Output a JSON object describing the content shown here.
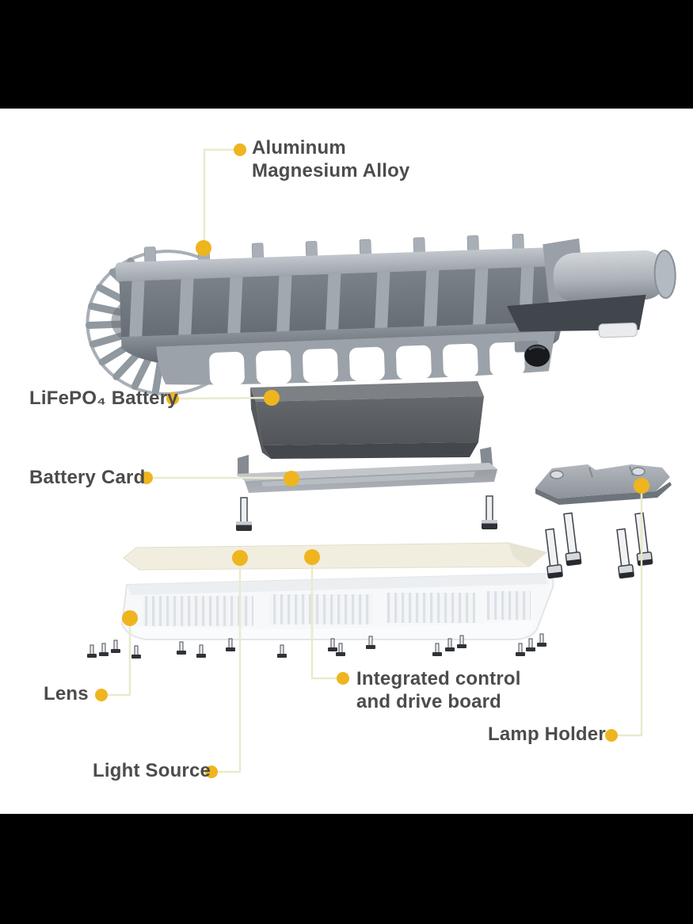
{
  "diagram": {
    "kind": "exploded-parts-diagram",
    "labels": {
      "aluminum_alloy": {
        "text": "Aluminum\nMagnesium Alloy"
      },
      "battery": {
        "text": "LiFePO₄ Battery"
      },
      "battery_card": {
        "text": "Battery Card"
      },
      "lens": {
        "text": "Lens"
      },
      "light_source": {
        "text": "Light Source"
      },
      "integrated_board": {
        "text": "Integrated control\nand drive board"
      },
      "lamp_holder": {
        "text": "Lamp Holder"
      }
    },
    "parts": [
      {
        "name": "finned-housing",
        "label": "Aluminum Magnesium Alloy"
      },
      {
        "name": "battery-pack",
        "label": "LiFePO₄ Battery"
      },
      {
        "name": "battery-card-bracket",
        "label": "Battery Card"
      },
      {
        "name": "light-source-board",
        "label": "Light Source"
      },
      {
        "name": "driver-board",
        "label": "Integrated control and drive board"
      },
      {
        "name": "lens-tray",
        "label": "Lens"
      },
      {
        "name": "lamp-holder-plate",
        "label": "Lamp Holder"
      },
      {
        "name": "mounting-bolts",
        "label": ""
      },
      {
        "name": "fixing-screws",
        "label": ""
      }
    ],
    "colors": {
      "dot": "#EFB51F",
      "line": "#E9EACC",
      "text": "#4C4C4C",
      "letterbox": "#000000",
      "background": "#FFFFFF",
      "metal_light": "#A9AFB7",
      "metal_dark": "#5A5D62"
    }
  }
}
